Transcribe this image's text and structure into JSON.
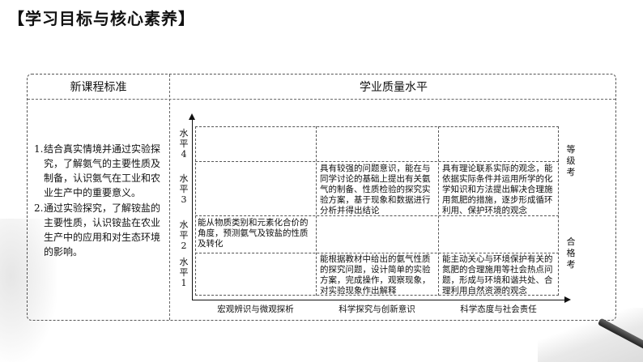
{
  "title": "【学习目标与核心素养】",
  "table": {
    "header_left": "新课程标准",
    "header_right": "学业质量水平"
  },
  "standards": [
    {
      "num": "1.",
      "text": "结合真实情境并通过实验探究，了解氨气的主要性质及制备，认识氨气在工业和农业生产中的重要意义。"
    },
    {
      "num": "2.",
      "text": "通过实验探究，了解铵盐的主要性质，认识铵盐在农业生产中的应用和对生态环境的影响。"
    }
  ],
  "levels": {
    "l4": "水平4",
    "l3": "水平3",
    "l2": "水平2",
    "l1": "水平1"
  },
  "cells": {
    "l3_c2": "具有较强的问题意识，能在与同学讨论的基础上提出有关氨气的制备、性质检验的探究实验方案，基于现象和数据进行分析并得出结论",
    "l3_c3": "具有理论联系实际的观念，能依据实际条件并运用所学的化学知识和方法提出解决合理施用氮肥的措施，逐步形成循环利用、保护环境的观念",
    "l2_c1": "能从物质类别和元素化合价的角度，预测氨气及铵盐的性质及转化",
    "l1_c2": "能根据教材中给出的氨气性质的探究问题，设计简单的实验方案，完成操作，观察现象，对实验现象作出解释",
    "l1_c3": "能主动关心与环境保护有关的氮肥的合理施用等社会热点问题，形成与环境和谐共处、合理利用自然资源的观念"
  },
  "x_axis": [
    "宏观辨识与微观探析",
    "科学探究与创新意识",
    "科学态度与社会责任"
  ],
  "side_labels": {
    "upper": "等级考",
    "lower": "合格考"
  }
}
